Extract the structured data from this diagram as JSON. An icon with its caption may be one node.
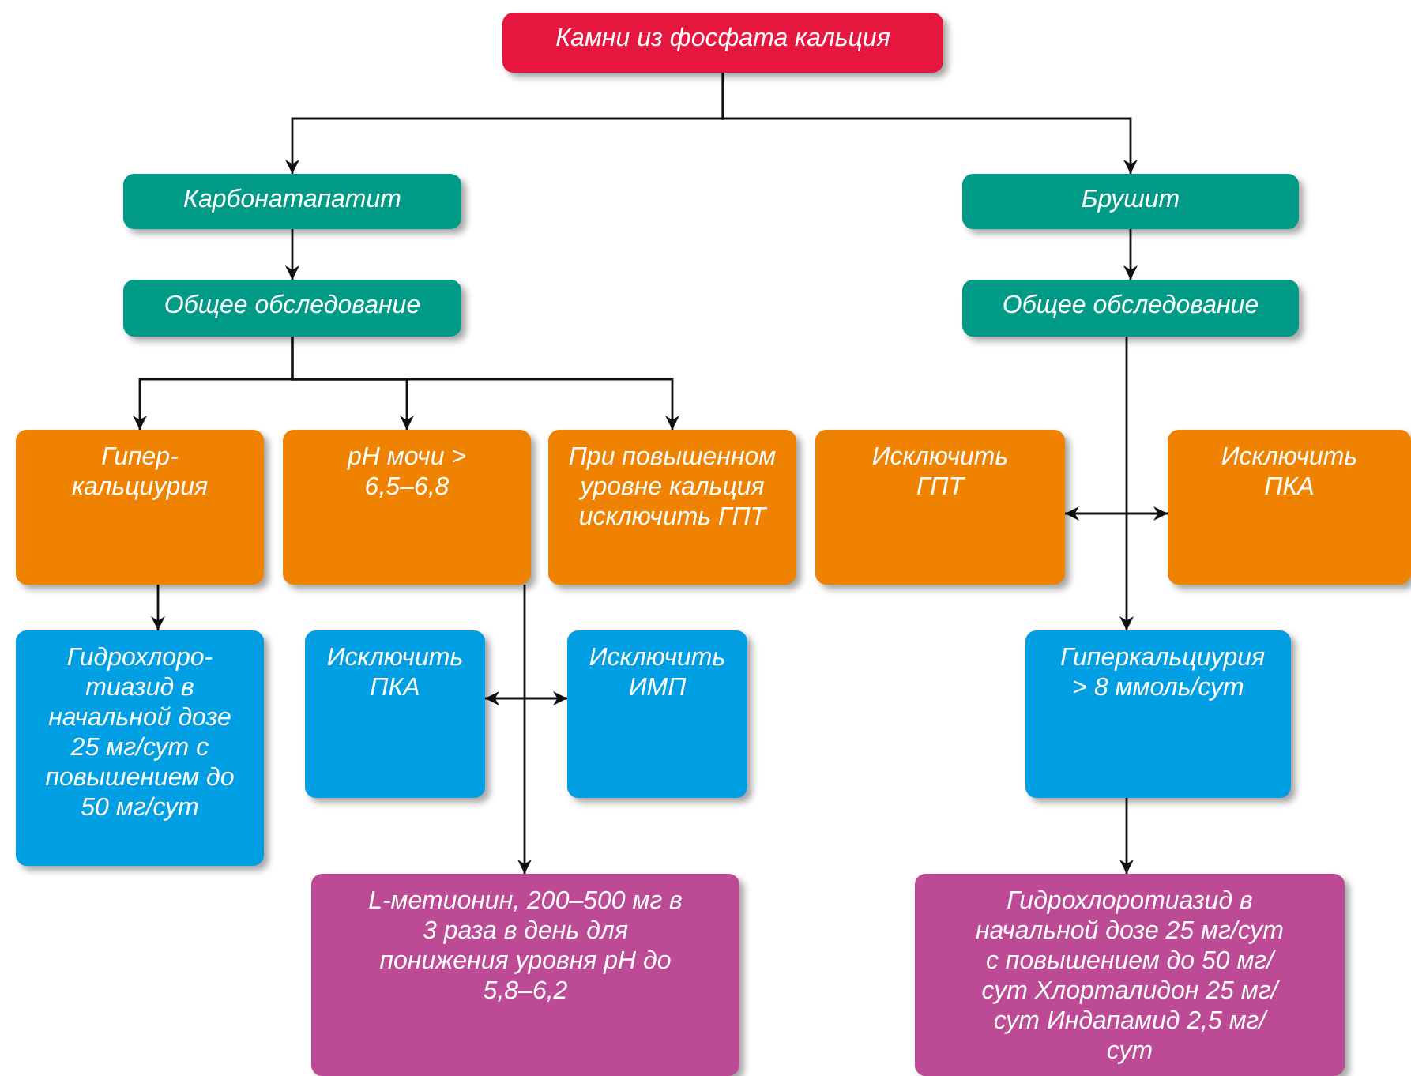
{
  "diagram": {
    "nodes": [
      {
        "text": [
          "Камни из фосфата кальция"
        ]
      },
      {
        "text": [
          "Карбонатапатит"
        ]
      },
      {
        "text": [
          "Брушит"
        ]
      },
      {
        "text": [
          "Общее обследование"
        ]
      },
      {
        "text": [
          "Общее обследование"
        ]
      },
      {
        "text": [
          "Гипер- кальциурия"
        ]
      },
      {
        "text": [
          "pH мочи > 6,5–6,8"
        ]
      },
      {
        "text": [
          "При повышенном уровне кальция исключить ГПТ"
        ]
      },
      {
        "text": [
          "Исключить ГПТ"
        ]
      },
      {
        "text": [
          "Исключить ПКА"
        ]
      },
      {
        "text": [
          "Гидрохлоро- тиазид в начальной дозе 25 мг/сут с повышением до 50 мг/сут"
        ]
      },
      {
        "text": [
          "Исключить ПКА"
        ]
      },
      {
        "text": [
          "Исключить ИМП"
        ]
      },
      {
        "text": [
          "Гиперкальциурия > 8 ммоль/сут"
        ]
      },
      {
        "text": [
          "L-метионин, 200–500 мг в 3 раза в день для понижения уровня pH до 5,8–6,2"
        ]
      },
      {
        "text": [
          "Гидрохлоротиазид в начальной дозе 25 мг/сут с повышением до 50 мг/сут Хлорталидон 25 мг/сут Индапамид 2,5 мг/сут"
        ]
      }
    ],
    "edges": [
      {
        "from": 0,
        "to": 1,
        "arrow": "to"
      },
      {
        "from": 0,
        "to": 2,
        "arrow": "to"
      },
      {
        "from": 1,
        "to": 3,
        "arrow": "to"
      },
      {
        "from": 2,
        "to": 4,
        "arrow": "to"
      },
      {
        "from": 3,
        "to": 5,
        "arrow": "to"
      },
      {
        "from": 3,
        "to": 6,
        "arrow": "to"
      },
      {
        "from": 3,
        "to": 7,
        "arrow": "to"
      },
      {
        "from": 8,
        "to": 9,
        "arrow": "both"
      },
      {
        "from": 4,
        "to": 13,
        "arrow": "to"
      },
      {
        "from": 5,
        "to": 10,
        "arrow": "to"
      },
      {
        "from": 11,
        "to": 12,
        "arrow": "both"
      },
      {
        "from": 6,
        "to": 14,
        "arrow": "to"
      },
      {
        "from": 13,
        "to": 15,
        "arrow": "to"
      }
    ]
  }
}
